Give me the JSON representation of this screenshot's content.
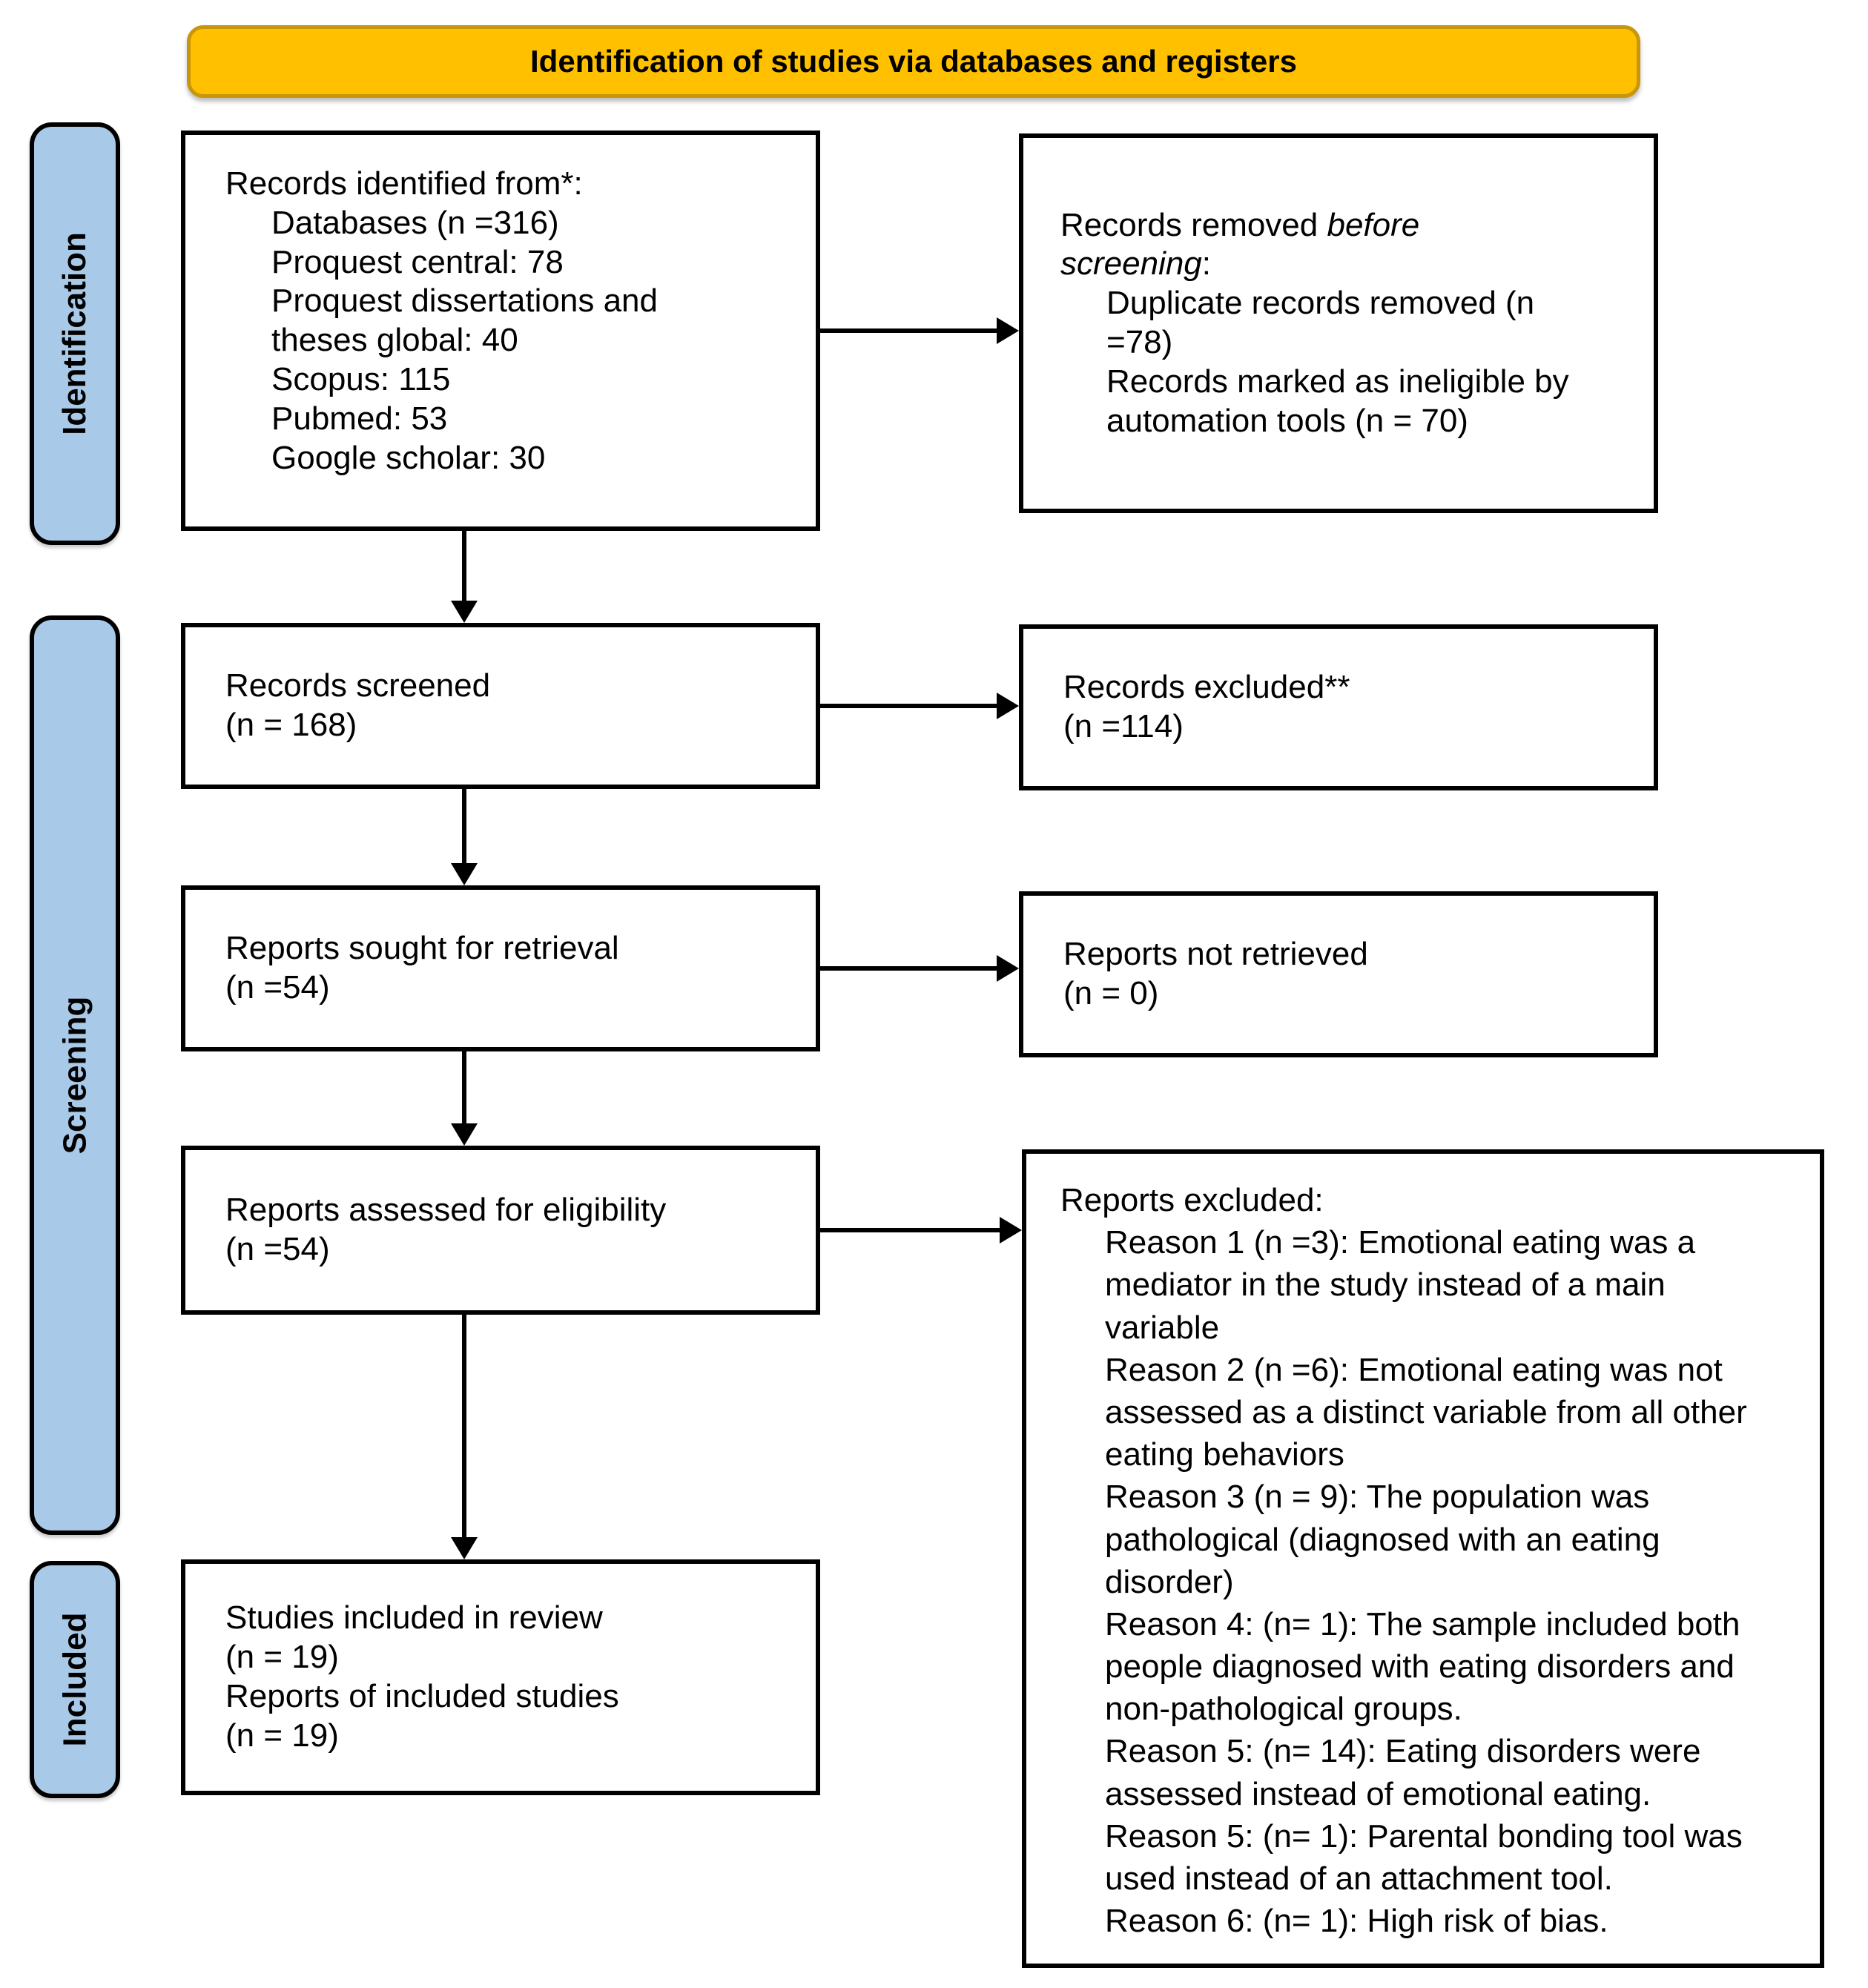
{
  "title": "Identification of studies via databases and registers",
  "colors": {
    "banner_fill": "#FFC000",
    "banner_border": "#C8960C",
    "stage_fill": "#A9C9E8",
    "box_border": "#000000"
  },
  "stages": {
    "identification": "Identification",
    "screening": "Screening",
    "included": "Included"
  },
  "boxes": {
    "records_identified": {
      "heading": "Records identified from*:",
      "items": [
        "Databases (n =316)",
        "Proquest central: 78",
        "Proquest dissertations and theses global: 40",
        "Scopus: 115",
        "Pubmed: 53",
        "Google scholar: 30"
      ]
    },
    "records_removed": {
      "heading_prefix": "Records removed ",
      "heading_italic": "before screening",
      "heading_suffix": ":",
      "items": [
        "Duplicate records removed (n =78)",
        "Records marked as ineligible by automation tools (n = 70)"
      ]
    },
    "records_screened": {
      "line1": "Records screened",
      "line2": "(n = 168)"
    },
    "records_excluded": {
      "line1": "Records excluded**",
      "line2": "(n =114)"
    },
    "reports_sought": {
      "line1": "Reports sought for retrieval",
      "line2": "(n =54)"
    },
    "reports_not_retrieved": {
      "line1": "Reports not retrieved",
      "line2": "(n = 0)"
    },
    "reports_assessed": {
      "line1": "Reports assessed for eligibility",
      "line2": "(n =54)"
    },
    "reports_excluded": {
      "heading": "Reports excluded:",
      "reasons": [
        "Reason 1 (n =3): Emotional eating was a mediator in the study instead of a main variable",
        "Reason 2 (n =6): Emotional eating was not assessed as a distinct variable from all other eating behaviors",
        "Reason 3 (n = 9): The population was pathological (diagnosed with an eating disorder)",
        "Reason 4: (n= 1): The sample included both people diagnosed with eating disorders and non-pathological groups.",
        "Reason 5: (n= 14): Eating disorders were assessed instead of emotional eating.",
        "Reason 5: (n= 1): Parental bonding tool was used instead of an attachment tool.",
        "Reason 6: (n= 1): High risk of bias."
      ]
    },
    "studies_included": {
      "lines": [
        "Studies included in review",
        "(n = 19)",
        "Reports of included studies",
        "(n = 19)"
      ]
    }
  }
}
